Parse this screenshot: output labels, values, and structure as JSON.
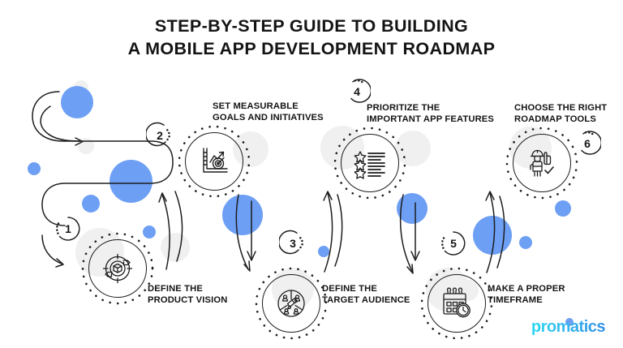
{
  "title": {
    "line1": "STEP-BY-STEP GUIDE TO BUILDING",
    "line2": "A MOBILE APP DEVELOPMENT ROADMAP"
  },
  "brand": {
    "logo_text": "promatics",
    "accent_cyan": "#2BD9F5",
    "accent_blue": "#2F8FE8"
  },
  "theme": {
    "blue_circle": "#6D9FF4",
    "gray_circle": "#F0F0F0",
    "line": "#1d1d1d",
    "text": "#141414",
    "background": "#ffffff"
  },
  "steps": [
    {
      "number": "1",
      "label_line1": "DEFINE THE",
      "label_line2": "PRODUCT VISION",
      "icon": "target-cube-icon"
    },
    {
      "number": "2",
      "label_line1": "SET MEASURABLE",
      "label_line2": "GOALS AND INITIATIVES",
      "icon": "growth-chart-target-icon"
    },
    {
      "number": "3",
      "label_line1": "DEFINE THE",
      "label_line2": "TARGET AUDIENCE",
      "icon": "megaphone-audience-icon"
    },
    {
      "number": "4",
      "label_line1": "PRIORITIZE THE",
      "label_line2": "IMPORTANT APP FEATURES",
      "icon": "star-checklist-icon"
    },
    {
      "number": "5",
      "label_line1": "MAKE A PROPER",
      "label_line2": "TIMEFRAME",
      "icon": "calendar-clock-icon"
    },
    {
      "number": "6",
      "label_line1": "CHOOSE THE RIGHT",
      "label_line2": "ROADMAP TOOLS",
      "icon": "worker-thumbsup-icon"
    }
  ]
}
